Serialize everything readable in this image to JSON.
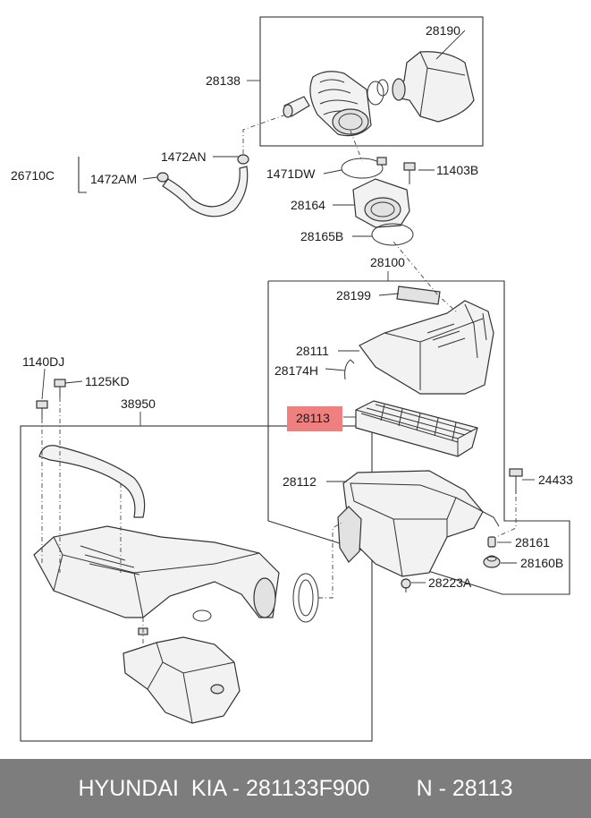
{
  "diagram": {
    "highlight_color": "#f08080",
    "labels": {
      "p28190": "28190",
      "p28138": "28138",
      "p1472AN": "1472AN",
      "p26710C": "26710C",
      "p1472AM": "1472AM",
      "p1471DW": "1471DW",
      "p11403B": "11403B",
      "p28164": "28164",
      "p28165B": "28165B",
      "p28100": "28100",
      "p28199": "28199",
      "p1140DJ": "1140DJ",
      "p1125KD": "1125KD",
      "p28111": "28111",
      "p28174H": "28174H",
      "p38950": "38950",
      "p28113": "28113",
      "p24433": "24433",
      "p28112": "28112",
      "p28161": "28161",
      "p28160B": "28160B",
      "p28223A": "28223A"
    }
  },
  "footer": {
    "brand_part": "HYUNDAI  KIA - 281133F900",
    "ref": "N - 28113"
  }
}
